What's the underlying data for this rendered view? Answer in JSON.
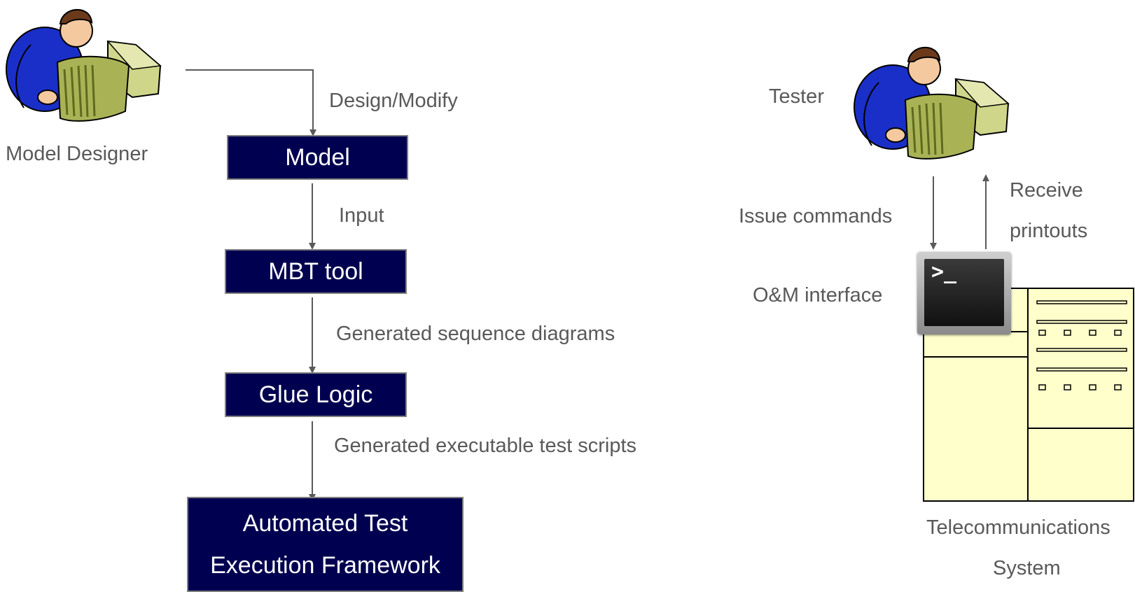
{
  "left": {
    "designer_label": "Model Designer",
    "edge_design": "Design/Modify",
    "box_model": "Model",
    "edge_input": "Input",
    "box_mbt": "MBT tool",
    "edge_seq": "Generated sequence diagrams",
    "box_glue": "Glue Logic",
    "edge_scripts": "Generated executable test scripts",
    "box_exec_line1": "Automated Test",
    "box_exec_line2": "Execution Framework"
  },
  "right": {
    "tester_label": "Tester",
    "issue_label": "Issue commands",
    "receive_line1": "Receive",
    "receive_line2": "printouts",
    "om_label": "O&M interface",
    "terminal_prompt": ">_",
    "system_line1": "Telecommunications",
    "system_line2": "System"
  },
  "colors": {
    "box_fill": "#000050",
    "box_text": "#ffffff",
    "label_text": "#595959",
    "connector": "#595959",
    "system_fill": "#ffffcc"
  },
  "icons": [
    "person-with-papers-icon",
    "terminal-icon",
    "telecom-cabinet-icon"
  ]
}
